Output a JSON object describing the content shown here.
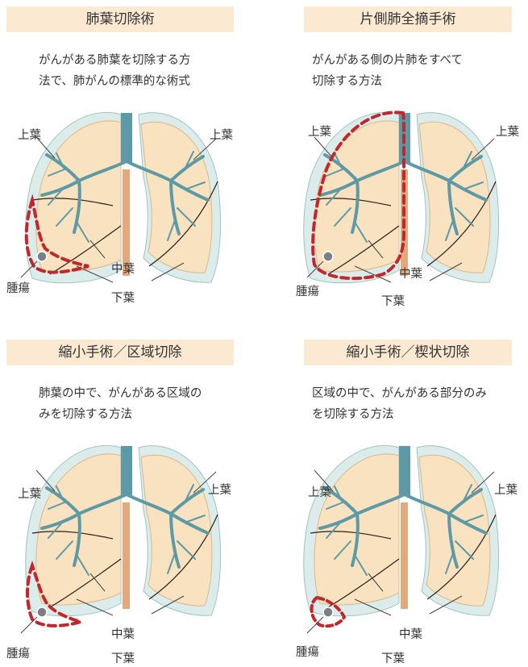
{
  "panels": [
    {
      "title": "肺葉切除術",
      "description": "がんがある肺葉を切除する方\n法で、肺がんの標準的な術式",
      "labels": {
        "upper_left": "上葉",
        "upper_right": "上葉",
        "middle": "中葉",
        "lower": "下葉",
        "tumor": "腫瘍"
      }
    },
    {
      "title": "片側肺全摘手術",
      "description": "がんがある側の片肺をすべて\n切除する方法",
      "labels": {
        "upper_left": "上葉",
        "upper_right": "上葉",
        "middle": "中葉",
        "lower": "下葉",
        "tumor": "腫瘍"
      }
    },
    {
      "title": "縮小手術／区域切除",
      "description": "肺葉の中で、がんがある区域の\nみを切除する方法",
      "labels": {
        "upper_left": "上葉",
        "upper_right": "上葉",
        "middle": "中葉",
        "lower": "下葉",
        "tumor": "腫瘍"
      }
    },
    {
      "title": "縮小手術／楔状切除",
      "description": "区域の中で、がんがある部分のみ\nを切除する方法",
      "labels": {
        "upper_left": "上葉",
        "upper_right": "上葉",
        "middle": "中葉",
        "lower": "下葉",
        "tumor": "腫瘍"
      }
    }
  ],
  "colors": {
    "banner": "#fbe9d2",
    "lung_fill": "#f8e2c0",
    "pleura": "#dbecea",
    "airway": "#5d9aa6",
    "esophagus": "#e3a97a",
    "resection": "#c1272d"
  }
}
